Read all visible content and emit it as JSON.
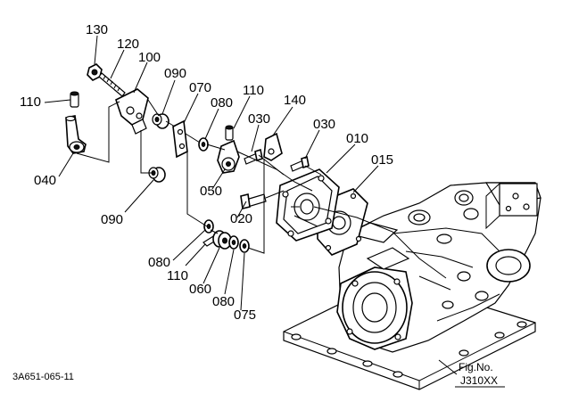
{
  "part_numbers": {
    "p130": "130",
    "p120": "120",
    "p100": "100",
    "p090a": "090",
    "p070": "070",
    "p110a": "110",
    "p110b": "110",
    "p080a": "080",
    "p140": "140",
    "p030a": "030",
    "p030b": "030",
    "p010": "010",
    "p015": "015",
    "p040": "040",
    "p050": "050",
    "p020": "020",
    "p090b": "090",
    "p080b": "080",
    "p110c": "110",
    "p060": "060",
    "p080c": "080",
    "p075": "075"
  },
  "drawing_code": "3A651-065-11",
  "figure": {
    "label": "Fig.No.",
    "number": "J310XX"
  }
}
